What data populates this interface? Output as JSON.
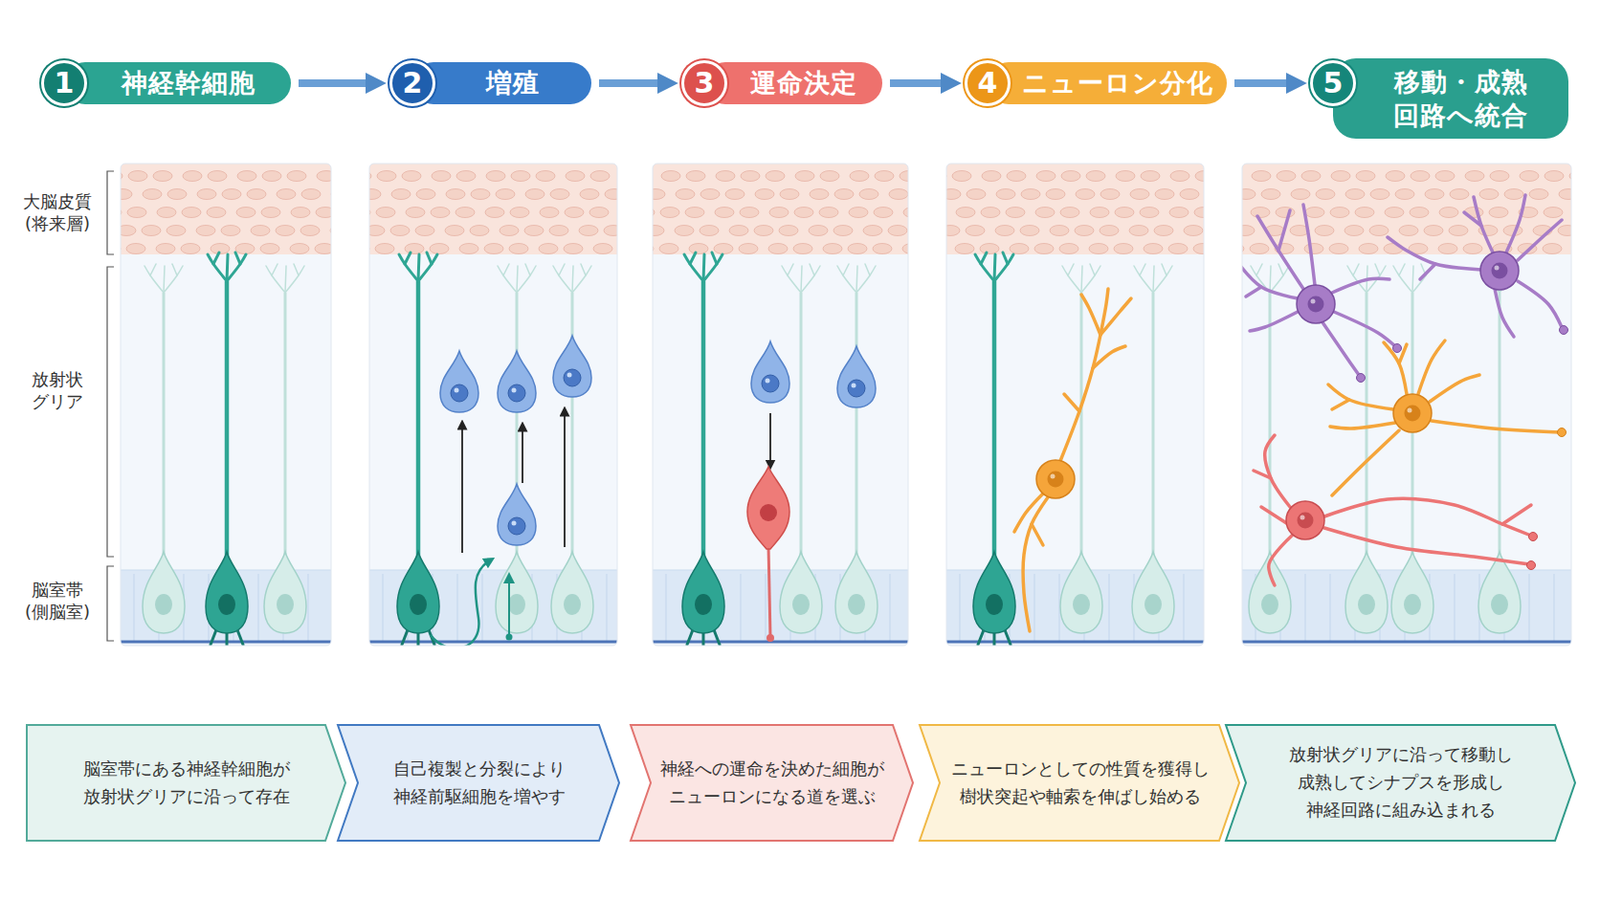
{
  "diagram": {
    "nodes": [
      {
        "text": [
          "1",
          "神経幹細胞"
        ]
      },
      {
        "text": [
          "2",
          "増殖"
        ]
      },
      {
        "text": [
          "3",
          "運命決定"
        ]
      },
      {
        "text": [
          "4",
          "ニューロン分化"
        ]
      },
      {
        "text": [
          "5",
          "移動・成熟 回路へ統合"
        ]
      },
      {
        "text": [
          "脳室帯にある神経幹細胞が 放射状グリアに沿って存在"
        ]
      },
      {
        "text": [
          "自己複製と分裂により 神経前駆細胞を増やす"
        ]
      },
      {
        "text": [
          "神経への運命を決めた細胞が ニューロンになる道を選ぶ"
        ]
      },
      {
        "text": [
          "ニューロンとしての性質を獲得し 樹状突起や軸索を伸ばし始める"
        ]
      },
      {
        "text": [
          "放射状グリアに沿って移動し 成熟してシナプスを形成し 神経回路に組み込まれる"
        ]
      }
    ],
    "edges": [
      {
        "from": 0,
        "to": 1,
        "arrow": "to"
      },
      {
        "from": 1,
        "to": 2,
        "arrow": "to"
      },
      {
        "from": 2,
        "to": 3,
        "arrow": "to"
      },
      {
        "from": 3,
        "to": 4,
        "arrow": "to"
      }
    ],
    "labels": [
      "大脳皮質 (将来層)",
      "放射状 グリア",
      "脳室帯 (側脳室)"
    ]
  }
}
